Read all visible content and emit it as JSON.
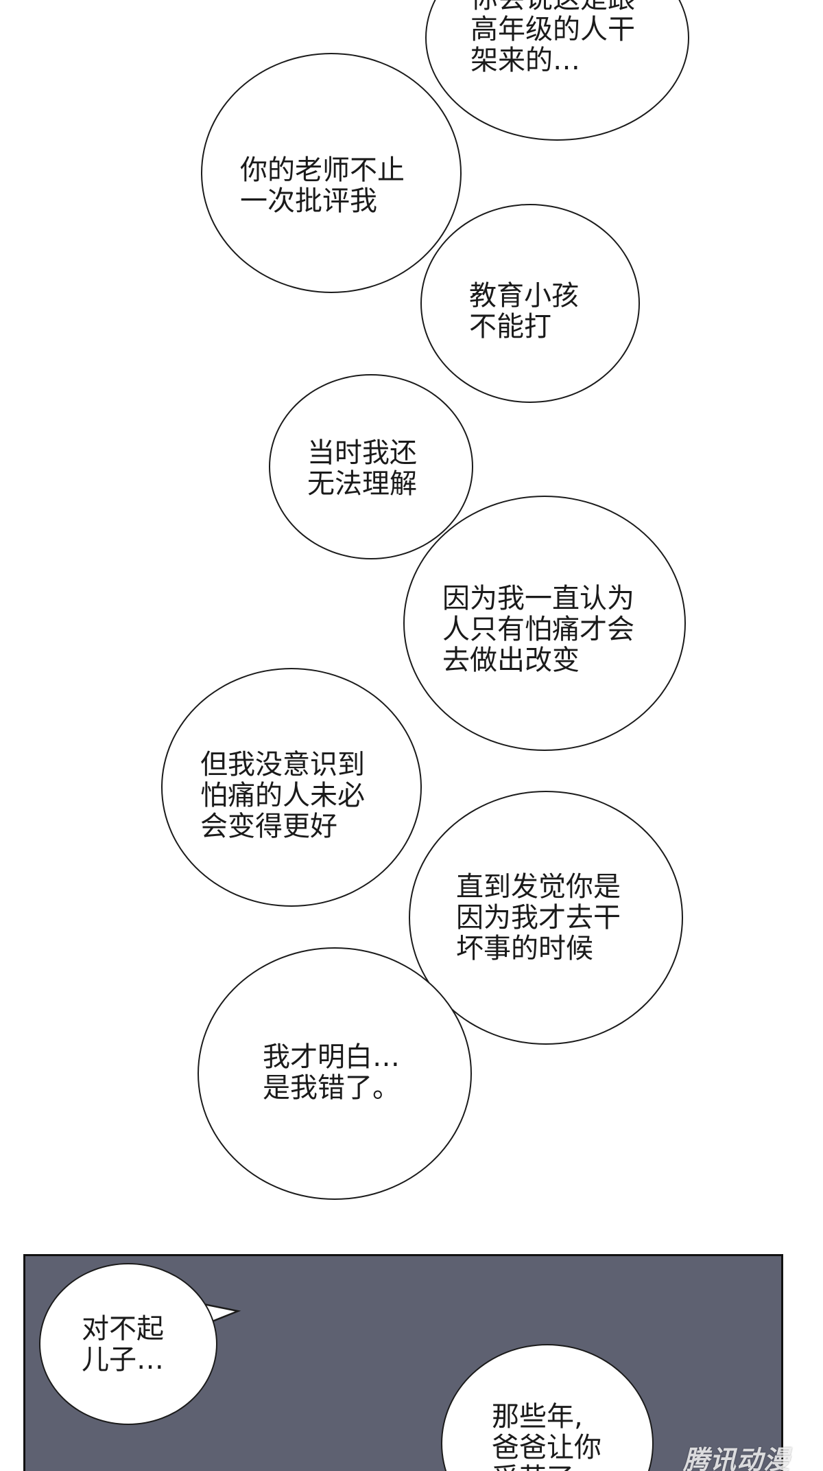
{
  "bubbles": [
    {
      "lines": [
        "你会说这是跟",
        "高年级的人干",
        "架来的…"
      ]
    },
    {
      "lines": [
        "你的老师不止",
        "一次批评我"
      ]
    },
    {
      "lines": [
        "教育小孩",
        "不能打"
      ]
    },
    {
      "lines": [
        "当时我还",
        "无法理解"
      ]
    },
    {
      "lines": [
        "因为我一直认为",
        "人只有怕痛才会",
        "去做出改变"
      ]
    },
    {
      "lines": [
        "但我没意识到",
        "怕痛的人未必",
        "会变得更好"
      ]
    },
    {
      "lines": [
        "直到发觉你是",
        "因为我才去干",
        "坏事的时候"
      ]
    },
    {
      "lines": [
        "我才明白…",
        "是我错了。"
      ]
    }
  ],
  "panel": {
    "background": "#5e6171",
    "bubbles": [
      {
        "lines": [
          "对不起",
          "儿子…"
        ]
      },
      {
        "lines": [
          "那些年,",
          "爸爸让你",
          "受苦了"
        ]
      }
    ]
  },
  "watermark": "腾讯动漫"
}
